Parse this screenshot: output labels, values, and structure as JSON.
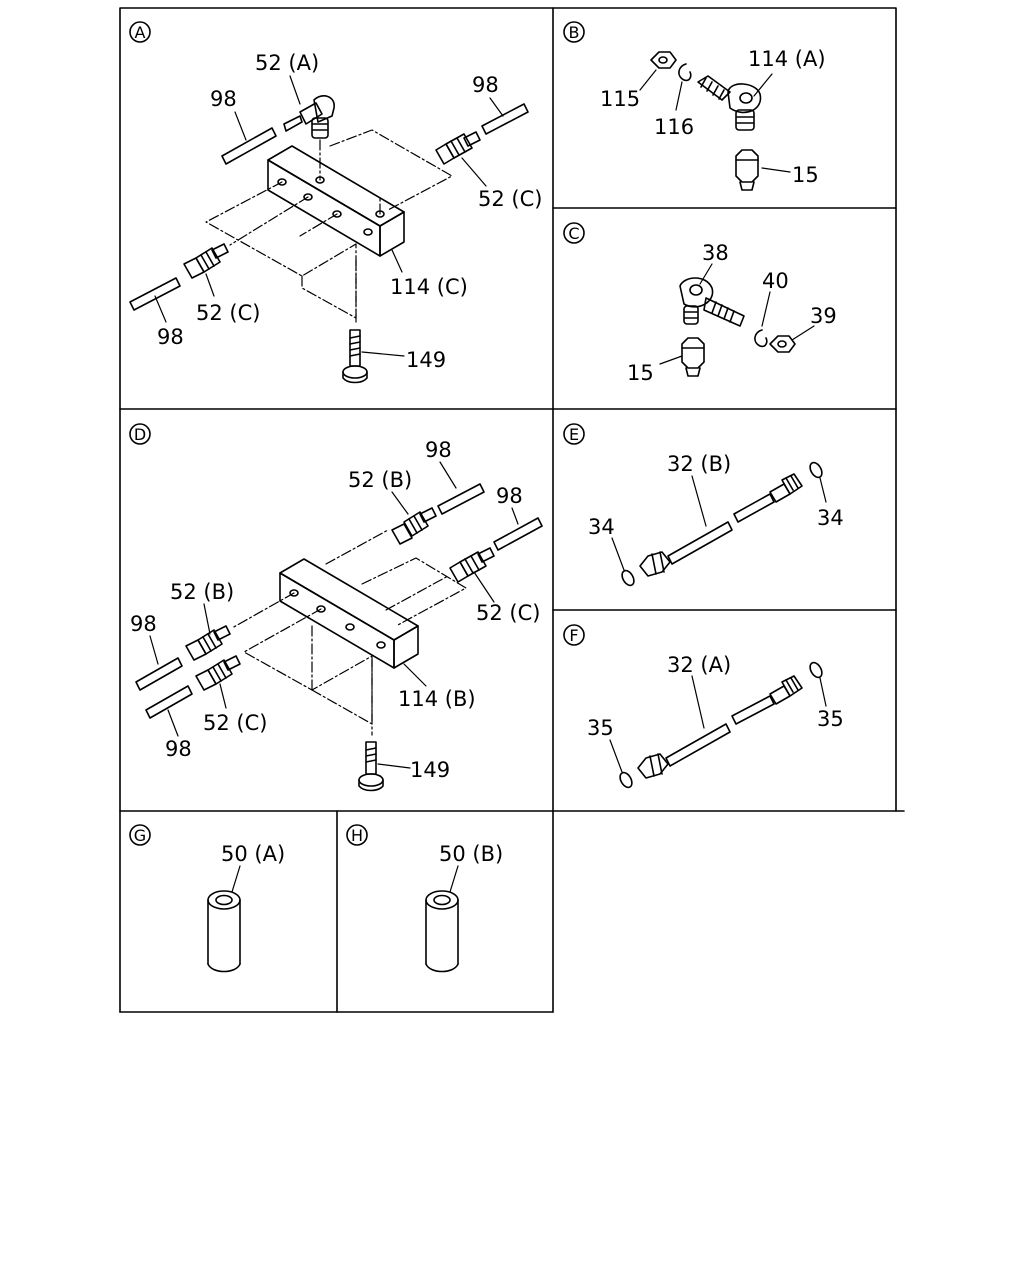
{
  "panels": {
    "A": {
      "letter": "A",
      "labels": {
        "fit_a": "52 (A)",
        "pipe_l_top": "98",
        "pipe_r": "98",
        "fit_c_r": "52 (C)",
        "block": "114 (C)",
        "fit_c_l": "52 (C)",
        "pipe_l_bot": "98",
        "bolt": "149"
      }
    },
    "B": {
      "letter": "B",
      "labels": {
        "nut": "115",
        "ring": "116",
        "banjo": "114 (A)",
        "plug": "15"
      }
    },
    "C": {
      "letter": "C",
      "labels": {
        "banjo": "38",
        "ring": "40",
        "nut": "39",
        "plug": "15"
      }
    },
    "D": {
      "letter": "D",
      "labels": {
        "pipe_tr1": "98",
        "fit_b_top": "52 (B)",
        "pipe_tr2": "98",
        "fit_c_r": "52 (C)",
        "fit_b_l": "52 (B)",
        "pipe_l1": "98",
        "block": "114 (B)",
        "fit_c_l": "52 (C)",
        "pipe_l2": "98",
        "bolt": "149"
      }
    },
    "E": {
      "letter": "E",
      "labels": {
        "hose": "32 (B)",
        "washer_l": "34",
        "washer_r": "34"
      }
    },
    "F": {
      "letter": "F",
      "labels": {
        "hose": "32 (A)",
        "washer_l": "35",
        "washer_r": "35"
      }
    },
    "G": {
      "letter": "G",
      "labels": {
        "sleeve": "50 (A)"
      }
    },
    "H": {
      "letter": "H",
      "labels": {
        "sleeve": "50 (B)"
      }
    }
  }
}
